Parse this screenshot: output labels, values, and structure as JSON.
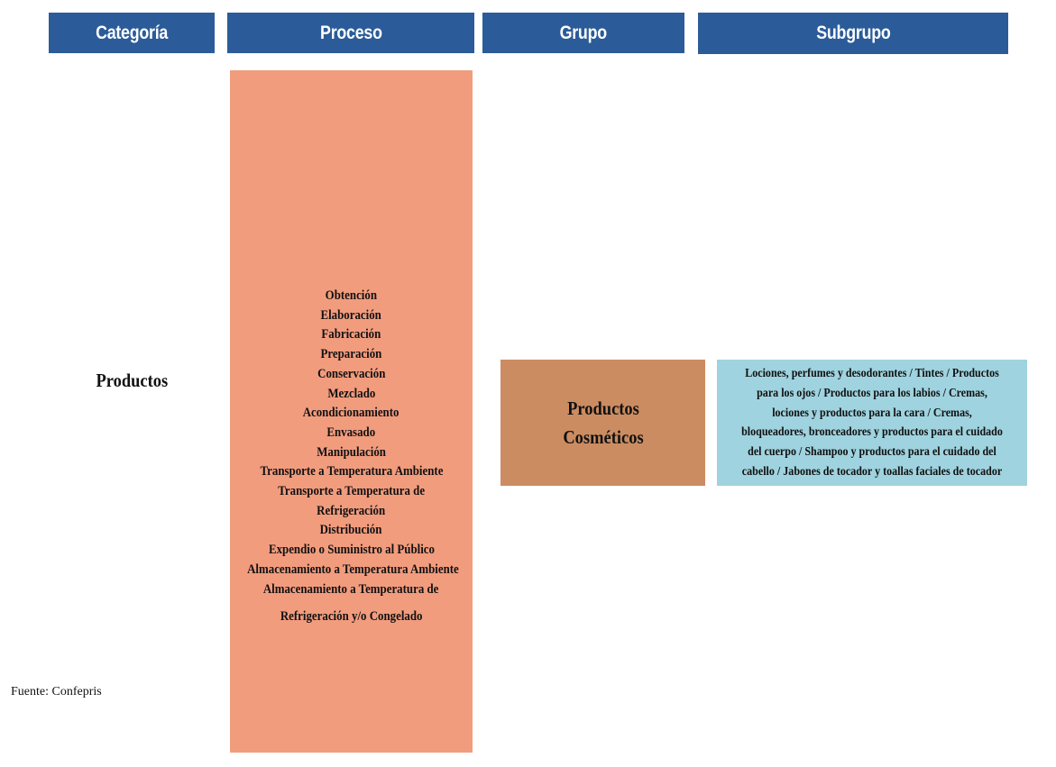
{
  "headers": {
    "categoria": "Categoría",
    "proceso": "Proceso",
    "grupo": "Grupo",
    "subgrupo": "Subgrupo"
  },
  "categoria": "Productos",
  "procesos": [
    "Obtención",
    "Elaboración",
    "Fabricación",
    "Preparación",
    "Conservación",
    "Mezclado",
    "Acondicionamiento",
    "Envasado",
    "Manipulación",
    "Transporte a Temperatura Ambiente",
    "Transporte a Temperatura de",
    "Refrigeración",
    "Distribución",
    "Expendio o Suministro al  Público",
    "Almacenamiento a Temperatura Ambiente",
    "Almacenamiento a Temperatura de",
    "Refrigeración y/o Congelado"
  ],
  "grupo": {
    "line1": "Productos",
    "line2": "Cosméticos"
  },
  "subgrupo": "Lociones, perfumes y desodorantes / Tintes / Productos para los ojos / Productos para los labios / Cremas, lociones y productos para la cara / Cremas, bloqueadores, bronceadores y productos para el cuidado del cuerpo / Shampoo y productos para el cuidado del cabello / Jabones de tocador y toallas faciales de tocador",
  "fuente": "Fuente: Confepris",
  "colors": {
    "header": "#2b5c99",
    "proceso": "#f29c7e",
    "grupo": "#cc8c61",
    "subgrupo": "#9fd3df"
  }
}
